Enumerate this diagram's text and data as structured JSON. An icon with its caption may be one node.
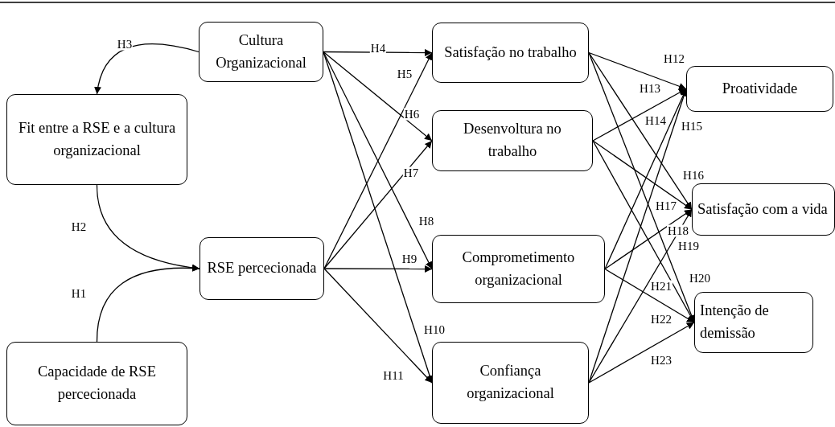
{
  "diagram": {
    "nodes": [
      {
        "text": [
          "Cultura Organizacional"
        ]
      },
      {
        "text": [
          "Fit entre a RSE e a cultura organizacional"
        ]
      },
      {
        "text": [
          "RSE percecionada"
        ]
      },
      {
        "text": [
          "Capacidade de RSE percecionada"
        ]
      },
      {
        "text": [
          "Satisfação no trabalho"
        ]
      },
      {
        "text": [
          "Desenvoltura no trabalho"
        ]
      },
      {
        "text": [
          "Comprometimento organizacional"
        ]
      },
      {
        "text": [
          "Confiança organizacional"
        ]
      },
      {
        "text": [
          "Proatividade"
        ]
      },
      {
        "text": [
          "Satisfação com a vida"
        ]
      },
      {
        "text": [
          "Intenção de demissão"
        ]
      }
    ],
    "edges": [
      {
        "from": 0,
        "to": 1,
        "arrow": "to",
        "label": "H3"
      },
      {
        "from": 1,
        "to": 2,
        "arrow": "to",
        "label": "H2"
      },
      {
        "from": 3,
        "to": 2,
        "arrow": "to",
        "label": "H1"
      },
      {
        "from": 0,
        "to": 4,
        "arrow": "to",
        "label": "H4"
      },
      {
        "from": 2,
        "to": 4,
        "arrow": "to",
        "label": "H5"
      },
      {
        "from": 0,
        "to": 5,
        "arrow": "to",
        "label": "H6"
      },
      {
        "from": 2,
        "to": 5,
        "arrow": "to",
        "label": "H7"
      },
      {
        "from": 0,
        "to": 6,
        "arrow": "to",
        "label": "H8"
      },
      {
        "from": 2,
        "to": 6,
        "arrow": "to",
        "label": "H9"
      },
      {
        "from": 0,
        "to": 7,
        "arrow": "to",
        "label": "H10"
      },
      {
        "from": 2,
        "to": 7,
        "arrow": "to",
        "label": "H11"
      },
      {
        "from": 4,
        "to": 8,
        "arrow": "to",
        "label": "H12"
      },
      {
        "from": 5,
        "to": 8,
        "arrow": "to",
        "label": "H13"
      },
      {
        "from": 6,
        "to": 8,
        "arrow": "to",
        "label": "H14"
      },
      {
        "from": 7,
        "to": 8,
        "arrow": "to",
        "label": "H15"
      },
      {
        "from": 4,
        "to": 9,
        "arrow": "to",
        "label": "H16"
      },
      {
        "from": 5,
        "to": 9,
        "arrow": "to",
        "label": "H17"
      },
      {
        "from": 6,
        "to": 9,
        "arrow": "to",
        "label": "H18"
      },
      {
        "from": 7,
        "to": 9,
        "arrow": "to",
        "label": "H19"
      },
      {
        "from": 4,
        "to": 10,
        "arrow": "to",
        "label": "H20"
      },
      {
        "from": 5,
        "to": 10,
        "arrow": "to",
        "label": "H21"
      },
      {
        "from": 6,
        "to": 10,
        "arrow": "to",
        "label": "H22"
      },
      {
        "from": 7,
        "to": 10,
        "arrow": "to",
        "label": "H23"
      }
    ]
  }
}
